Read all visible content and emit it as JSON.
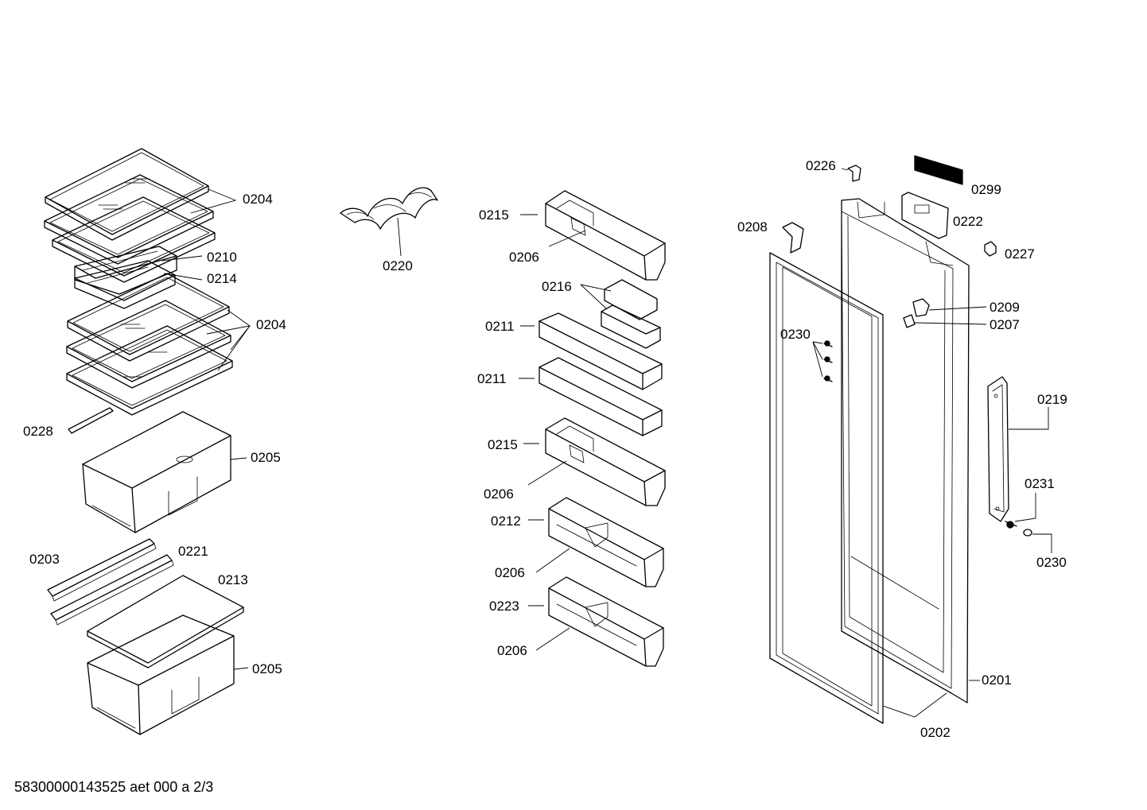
{
  "diagram": {
    "labels": {
      "l0204a": "0204",
      "l0210": "0210",
      "l0214": "0214",
      "l0204b": "0204",
      "l0228": "0228",
      "l0205a": "0205",
      "l0203": "0203",
      "l0221": "0221",
      "l0213": "0213",
      "l0205b": "0205",
      "l0220": "0220",
      "l0215a": "0215",
      "l0206a": "0206",
      "l0216": "0216",
      "l0211a": "0211",
      "l0211b": "0211",
      "l0215b": "0215",
      "l0206b": "0206",
      "l0212": "0212",
      "l0206c": "0206",
      "l0223": "0223",
      "l0206d": "0206",
      "l0226": "0226",
      "l0299": "0299",
      "l0222": "0222",
      "l0208": "0208",
      "l0227": "0227",
      "l0209": "0209",
      "l0207": "0207",
      "l0230a": "0230",
      "l0219": "0219",
      "l0231": "0231",
      "l0230b": "0230",
      "l0201": "0201",
      "l0202": "0202"
    },
    "document_ref": "58300000143525 aet 000 a 2/3"
  }
}
